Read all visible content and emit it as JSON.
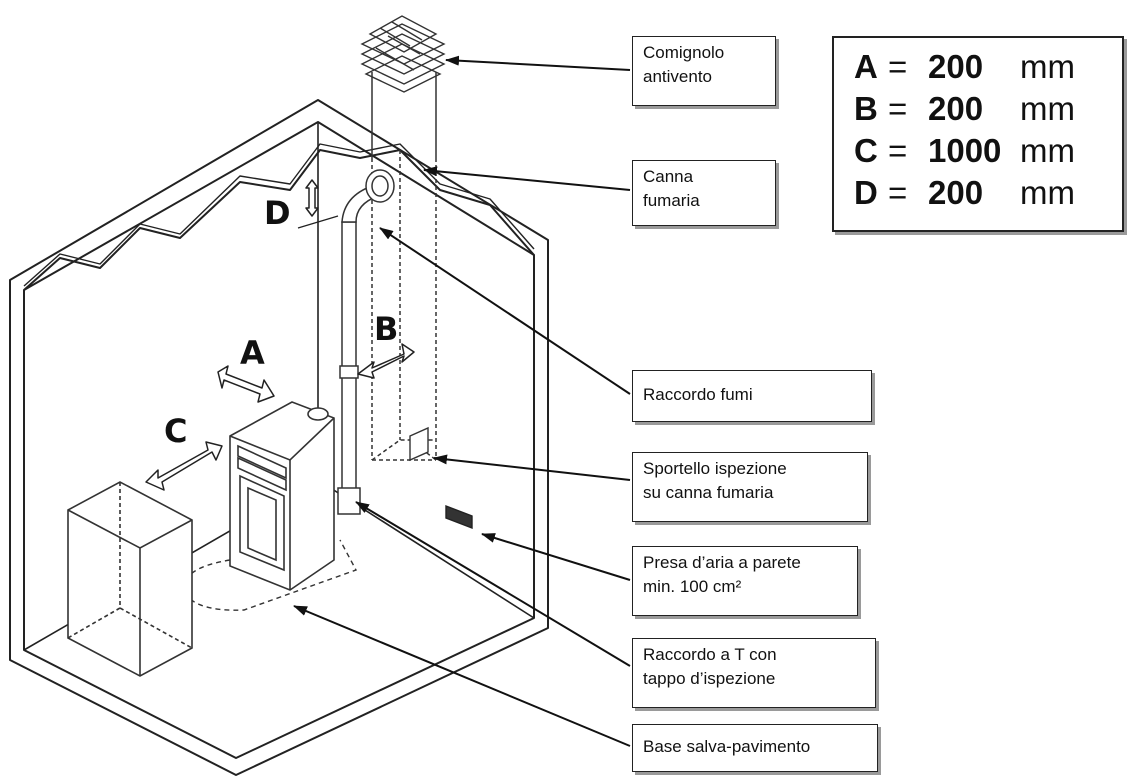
{
  "callouts": [
    {
      "id": "comignolo",
      "lines": [
        "Comignolo",
        "antivento"
      ]
    },
    {
      "id": "canna",
      "lines": [
        "Canna",
        "fumaria"
      ]
    },
    {
      "id": "raccordo-fumi",
      "lines": [
        "Raccordo fumi"
      ]
    },
    {
      "id": "sportello",
      "lines": [
        "Sportello ispezione",
        "su canna fumaria"
      ]
    },
    {
      "id": "presa",
      "lines": [
        "Presa d’aria a parete",
        "min. 100 cm²"
      ]
    },
    {
      "id": "raccordo-t",
      "lines": [
        "Raccordo a T con",
        "tappo d’ispezione"
      ]
    },
    {
      "id": "base",
      "lines": [
        "Base salva-pavimento"
      ]
    }
  ],
  "dimensions": [
    {
      "letter": "A",
      "eq": "=",
      "value": "200",
      "unit": "mm"
    },
    {
      "letter": "B",
      "eq": "=",
      "value": "200",
      "unit": "mm"
    },
    {
      "letter": "C",
      "eq": "=",
      "value": "1000",
      "unit": "mm"
    },
    {
      "letter": "D",
      "eq": "=",
      "value": "200",
      "unit": "mm"
    }
  ],
  "diagram_letters": [
    "A",
    "B",
    "C",
    "D"
  ]
}
